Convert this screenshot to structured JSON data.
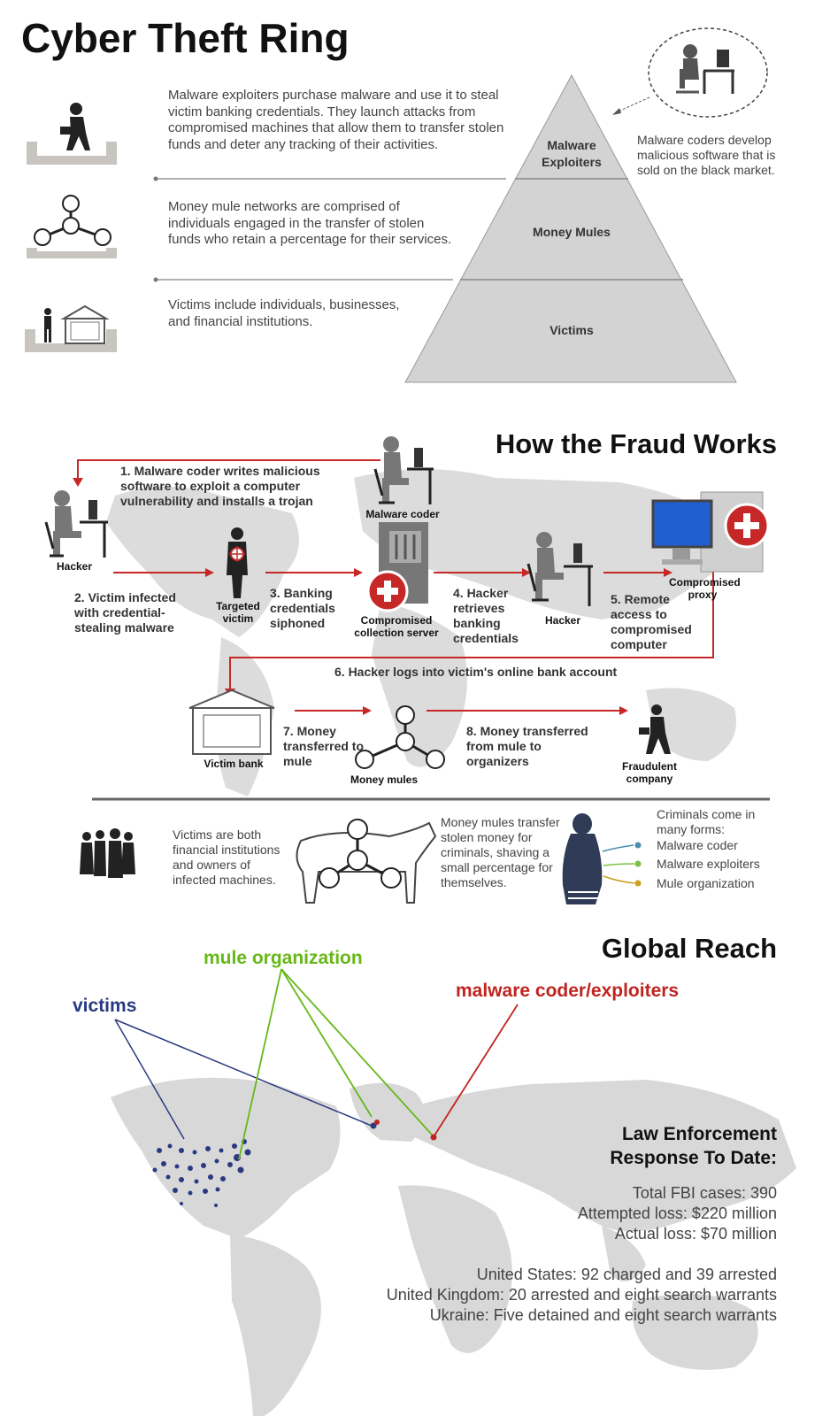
{
  "header": {
    "title": "Cyber Theft Ring"
  },
  "ring": {
    "exploiters_desc": "Malware exploiters purchase malware and use it to steal victim banking credentials. They launch attacks from compromised machines that allow them to transfer stolen funds and deter any tracking of their activities.",
    "mules_desc": "Money mule networks are comprised of individuals engaged in the transfer of stolen funds who retain a percentage for their services.",
    "victims_desc": "Victims include individuals, businesses, and financial institutions.",
    "coders_desc": "Malware coders develop malicious software that is sold on the black market.",
    "pyramid": {
      "top": "Malware Exploiters",
      "middle": "Money Mules",
      "bottom": "Victims"
    }
  },
  "fraud": {
    "title": "How the Fraud Works",
    "steps": [
      "1. Malware coder writes malicious software to exploit a computer vulnerability and installs a trojan",
      "2. Victim infected with credential-stealing malware",
      "3. Banking credentials siphoned",
      "4. Hacker retrieves banking credentials",
      "5. Remote access to compromised computer",
      "6. Hacker logs into victim's online bank account",
      "7. Money transferred to mule",
      "8. Money transferred from mule to organizers"
    ],
    "actors": {
      "hacker": "Hacker",
      "malware_coder": "Malware coder",
      "targeted_victim": "Targeted victim",
      "collection_server": "Compromised collection server",
      "hacker2": "Hacker",
      "proxy": "Compromised proxy",
      "victim_bank": "Victim bank",
      "money_mules": "Money mules",
      "fraudulent_company": "Fraudulent company"
    }
  },
  "forms": {
    "victims_text": "Victims are both financial institutions and owners of infected machines.",
    "mules_text": "Money mules transfer stolen money for criminals, shaving a small percentage for themselves.",
    "criminals_intro": "Criminals come in many forms:",
    "criminals": [
      {
        "label": "Malware coder",
        "color": "#4a8fb0"
      },
      {
        "label": "Malware exploiters",
        "color": "#7bc142"
      },
      {
        "label": "Mule organization",
        "color": "#c9a020"
      }
    ]
  },
  "global": {
    "title": "Global Reach",
    "labels": {
      "mule_org": "mule organization",
      "victims": "victims",
      "malware": "malware coder/exploiters"
    },
    "colors": {
      "mule_org": "#66b817",
      "victims": "#2b3a80",
      "malware": "#c0241f"
    },
    "law_title": "Law Enforcement Response To Date:",
    "stats": [
      "Total FBI cases: 390",
      "Attempted loss: $220 million",
      "Actual loss: $70 million"
    ],
    "arrests": [
      "United States: 92 charged and 39 arrested",
      "United Kingdom: 20 arrested and eight search warrants",
      "Ukraine: Five detained and eight search warrants"
    ]
  },
  "colors": {
    "arrow_red": "#c62828",
    "map_gray": "#d8d8d8",
    "pyramid_gray": "#cfcfcf"
  }
}
